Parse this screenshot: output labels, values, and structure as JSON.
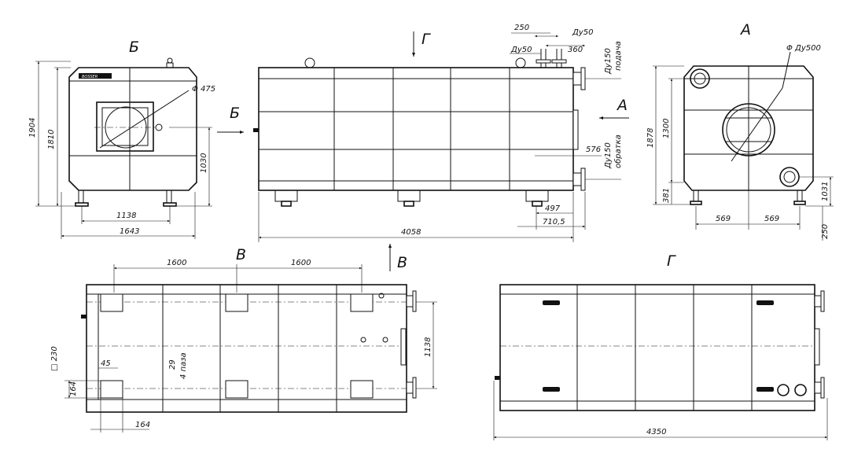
{
  "views": {
    "b": "Б",
    "g_arrow": "Г",
    "a": "А",
    "b_arrow": "Б",
    "a_arrow": "А",
    "v": "В",
    "v_arrow": "В",
    "g": "Г"
  },
  "side_view": {
    "brand": "BOSSER",
    "dia475": "Φ 475",
    "d1904": "1904",
    "d1810": "1810",
    "d1030": "1030",
    "d1138": "1138",
    "d1643": "1643"
  },
  "front_view": {
    "d250": "250",
    "du50a": "Ду50",
    "du50b": "Ду50",
    "d360": "360",
    "du150_supply": "Ду150",
    "supply": "подача",
    "du150_return": "Ду150",
    "return": "обратка",
    "d576": "576",
    "d497": "497",
    "d710": "710,5",
    "d4058": "4058"
  },
  "end_view": {
    "du500": "Φ Ду500",
    "d1878": "1878",
    "d1300": "1300",
    "d381": "381",
    "d1031": "1031",
    "d569a": "569",
    "d569b": "569",
    "d250": "250"
  },
  "plan_view": {
    "d1600a": "1600",
    "d1600b": "1600",
    "d1138": "1138",
    "sq230": "□ 230",
    "d45": "45",
    "d29": "29",
    "holes": "4 паза",
    "d164a": "164",
    "d164b": "164"
  },
  "bottom_view": {
    "d4350": "4350"
  }
}
